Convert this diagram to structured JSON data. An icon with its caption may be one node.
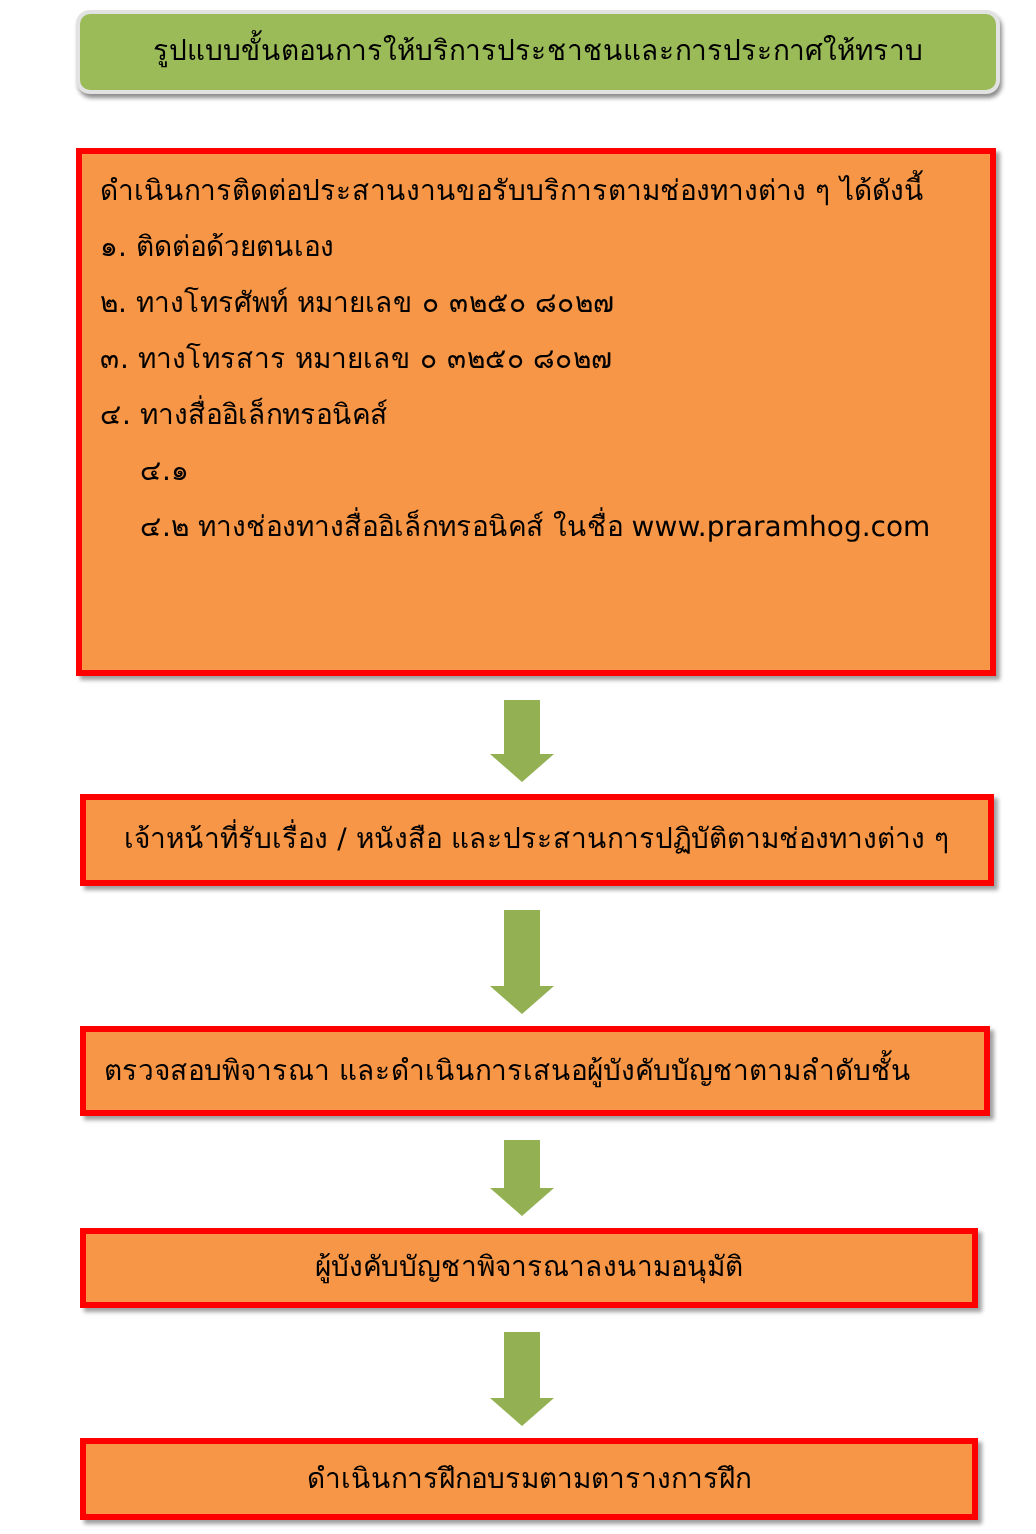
{
  "diagram": {
    "title": "รูปแบบขั้นตอนการให้บริการประชาชนและการประกาศให้ทราบ",
    "nodes": [
      {
        "text": [
          "ดำเนินการติดต่อประสานงานขอรับบริการตามช่องทางต่าง ๆ ได้ดังนี้",
          "๑. ติดต่อด้วยตนเอง",
          "๒. ทางโทรศัพท์ หมายเลข ๐ ๓๒๕๐ ๘๐๒๗",
          "๓. ทางโทรสาร หมายเลข ๐ ๓๒๕๐ ๘๐๒๗",
          "๔. ทางสื่ออิเล็กทรอนิคส์",
          "๔.๑",
          "๔.๒ ทางช่องทางสื่ออิเล็กทรอนิคส์ ในชื่อ www.praramhog.com"
        ]
      },
      {
        "text": [
          "เจ้าหน้าที่รับเรื่อง / หนังสือ และประสานการปฏิบัติตามช่องทางต่าง ๆ"
        ]
      },
      {
        "text": [
          "ตรวจสอบพิจารณา และดำเนินการเสนอผู้บังคับบัญชาตามลำดับชั้น"
        ]
      },
      {
        "text": [
          "ผู้บังคับบัญชาพิจารณาลงนามอนุมัติ"
        ]
      },
      {
        "text": [
          "ดำเนินการฝึกอบรมตามตารางการฝึก"
        ]
      }
    ],
    "edges": [
      {
        "from": 0,
        "to": 1,
        "arrow": "to"
      },
      {
        "from": 1,
        "to": 2,
        "arrow": "to"
      },
      {
        "from": 2,
        "to": 3,
        "arrow": "to"
      },
      {
        "from": 3,
        "to": 4,
        "arrow": "to"
      }
    ]
  }
}
